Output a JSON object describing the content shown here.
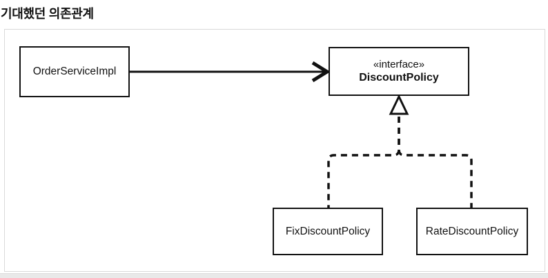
{
  "page": {
    "title": "기대했던 의존관계"
  },
  "diagram": {
    "nodes": {
      "order_service": {
        "label": "OrderServiceImpl"
      },
      "discount_policy": {
        "stereotype": "«interface»",
        "label": "DiscountPolicy"
      },
      "fix_discount": {
        "label": "FixDiscountPolicy"
      },
      "rate_discount": {
        "label": "RateDiscountPolicy"
      }
    },
    "edges": [
      {
        "from": "OrderServiceImpl",
        "to": "DiscountPolicy",
        "line": "solid",
        "arrowhead": "open-arrow",
        "relation": "dependency"
      },
      {
        "from": "FixDiscountPolicy",
        "to": "DiscountPolicy",
        "line": "dashed",
        "arrowhead": "hollow-triangle",
        "relation": "realization"
      },
      {
        "from": "RateDiscountPolicy",
        "to": "DiscountPolicy",
        "line": "dashed",
        "arrowhead": "hollow-triangle",
        "relation": "realization"
      }
    ],
    "colors": {
      "line": "#111111",
      "box_border": "#111111",
      "box_fill": "#ffffff",
      "frame_border": "#d9d9d9",
      "canvas": "#ffffff",
      "bottom_strip": "#e9e9e9",
      "title_text": "#111111"
    }
  }
}
